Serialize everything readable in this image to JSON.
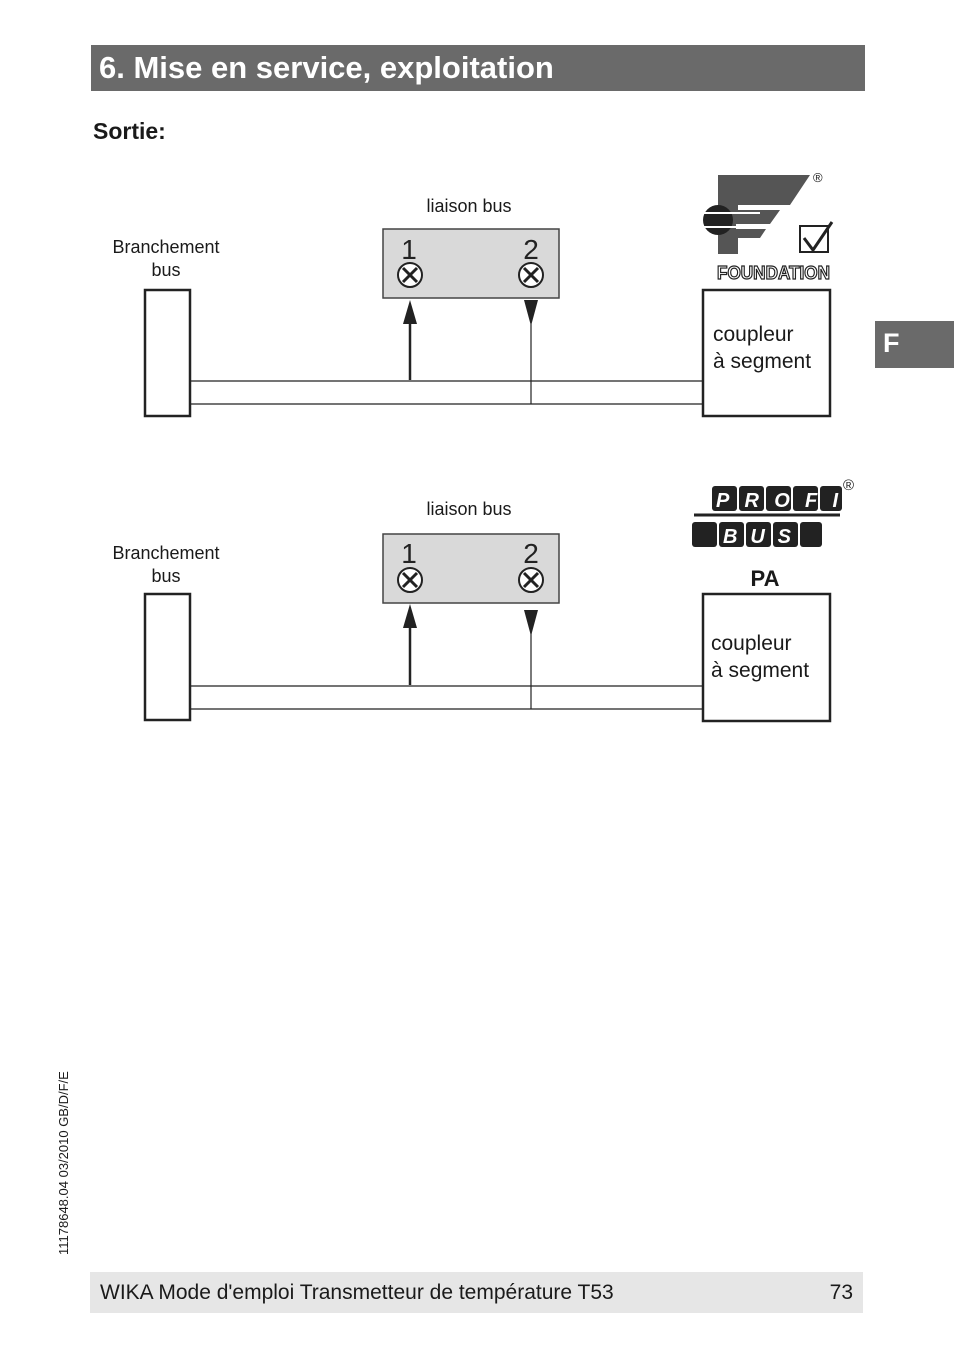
{
  "header": {
    "title": "6. Mise en service, exploitation"
  },
  "section": {
    "heading": "Sortie:"
  },
  "side_tab": {
    "label": "F"
  },
  "diagrams": [
    {
      "protocol": "FOUNDATION Fieldbus",
      "logo_text": "FOUNDATION",
      "bus_label": "liaison bus",
      "branch_label_line1": "Branchement",
      "branch_label_line2": "bus",
      "terminal_1": "1",
      "terminal_2": "2",
      "coupler_line1": "coupleur",
      "coupler_line2": "à segment",
      "registered": "®"
    },
    {
      "protocol": "PROFIBUS PA",
      "logo_text": "PROFIBUS",
      "logo_top": "PROFI",
      "logo_bottom": "BUS",
      "pa_label": "PA",
      "bus_label": "liaison bus",
      "branch_label_line1": "Branchement",
      "branch_label_line2": "bus",
      "terminal_1": "1",
      "terminal_2": "2",
      "coupler_line1": "coupleur",
      "coupler_line2": "à segment",
      "registered": "®"
    }
  ],
  "doc_code": "11178648.04 03/2010 GB/D/F/E",
  "footer": {
    "text": "WIKA Mode d'emploi Transmetteur de température T53",
    "page": "73"
  },
  "colors": {
    "header_bg": "#6a6a6a",
    "terminal_bg": "#d9d9d9",
    "footer_bg": "#e6e6e6"
  }
}
